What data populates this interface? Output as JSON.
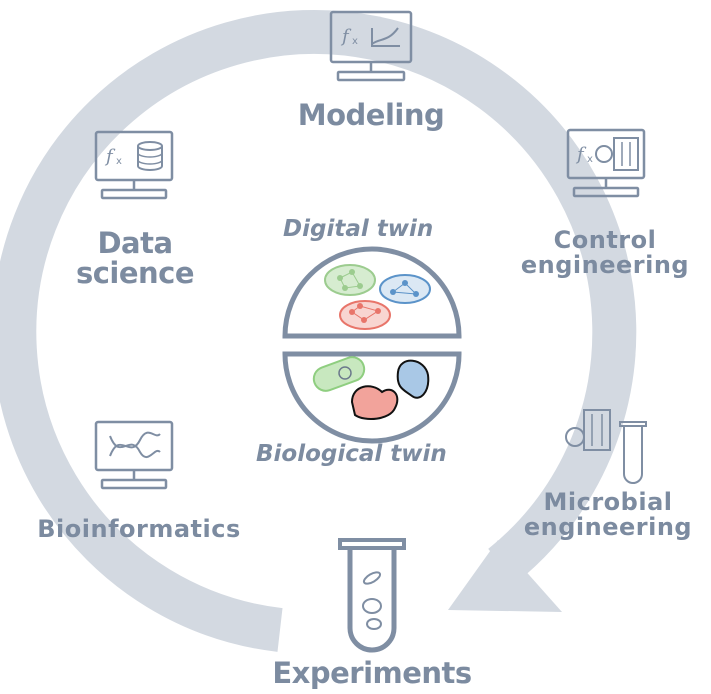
{
  "diagram": {
    "center": {
      "digital_twin": "Digital twin",
      "biological_twin": "Biological twin"
    },
    "nodes": [
      {
        "id": "modeling",
        "label": "Modeling",
        "icon": "computer-fx-graph-icon"
      },
      {
        "id": "control",
        "label": "Control engineering",
        "icon": "computer-fx-controls-icon"
      },
      {
        "id": "microbial",
        "label": "Microbial engineering",
        "icon": "controls-test-tube-icon"
      },
      {
        "id": "experiments",
        "label": "Experiments",
        "icon": "test-tube-bacteria-icon"
      },
      {
        "id": "bioinformatics",
        "label": "Bioinformatics",
        "icon": "computer-dna-icon"
      },
      {
        "id": "datascience",
        "label": "Data science",
        "icon": "computer-fx-database-icon"
      }
    ],
    "colors": {
      "cycle_arrow": "#d3d9e1",
      "label": "#7c8ba0",
      "icon_stroke": "#7f8ea3",
      "digital_green": "#9ccc8f",
      "digital_red": "#e8756a",
      "digital_blue": "#5b93c9",
      "bacteria_green": "#8fce80",
      "bacteria_red": "#ec7b72",
      "bacteria_blue": "#5f95c8"
    }
  }
}
